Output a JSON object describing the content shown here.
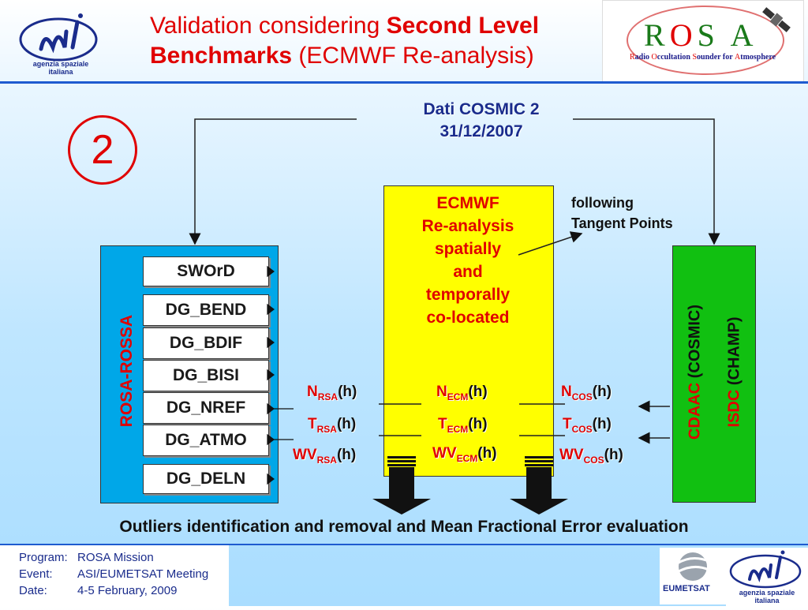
{
  "title": {
    "line1_plain": "Validation considering ",
    "line1_bold": "Second Level",
    "line2_bold": "Benchmarks",
    "line2_plain": " (ECMWF Re-analysis)"
  },
  "logos": {
    "asi_text_1": "agenzia spaziale",
    "asi_text_2": "italiana",
    "rosa_r": "R",
    "rosa_o": "O",
    "rosa_rest": "S A",
    "rosa_sub_R": "R",
    "rosa_sub_1": "adio ",
    "rosa_sub_O": "O",
    "rosa_sub_2": "ccultation ",
    "rosa_sub_S": "S",
    "rosa_sub_3": "ounder for ",
    "rosa_sub_A": "A",
    "rosa_sub_4": "tmosphere",
    "eumetsat": "EUMETSAT"
  },
  "step_number": "2",
  "source": {
    "line1": "Dati COSMIC 2",
    "line2": "31/12/2007"
  },
  "rosa_box": {
    "label": "ROSA-ROSSA",
    "modules": [
      "SWOrD",
      "DG_BEND",
      "DG_BDIF",
      "DG_BISI",
      "DG_NREF",
      "DG_ATMO",
      "DG_DELN"
    ]
  },
  "ecmwf_box": {
    "lines": [
      "ECMWF",
      "Re-analysis",
      "spatially",
      "and",
      "temporally",
      "co-located"
    ]
  },
  "annotation": {
    "line1": "following",
    "line2": "Tangent Points"
  },
  "cosmic_box": {
    "col1_red": "CDAAC",
    "col1_black": " (COSMIC)",
    "col2_red": "ISDC",
    "col2_black": " (CHAMP)"
  },
  "variables": {
    "rsa": {
      "n": "N",
      "t": "T",
      "wv": "WV",
      "sub": "RSA",
      "arg": "(h)"
    },
    "ecm": {
      "n": "N",
      "t": "T",
      "wv": "WV",
      "sub": "ECM",
      "arg": "(h)"
    },
    "cos": {
      "n": "N",
      "t": "T",
      "wv": "WV",
      "sub": "COS",
      "arg": "(h)"
    }
  },
  "bottom_text": "Outliers identification and removal and Mean Fractional Error evaluation",
  "footer": {
    "program_label": "Program:",
    "program_value": "ROSA Mission",
    "event_label": "Event:",
    "event_value": "ASI/EUMETSAT Meeting",
    "date_label": "Date:",
    "date_value": "4-5 February, 2009"
  },
  "colors": {
    "title_red": "#e00000",
    "rosa_box_blue": "#00a7e8",
    "ecmwf_yellow": "#ffff00",
    "cosmic_green": "#11c011",
    "accent_blue": "#1a2c8c"
  }
}
